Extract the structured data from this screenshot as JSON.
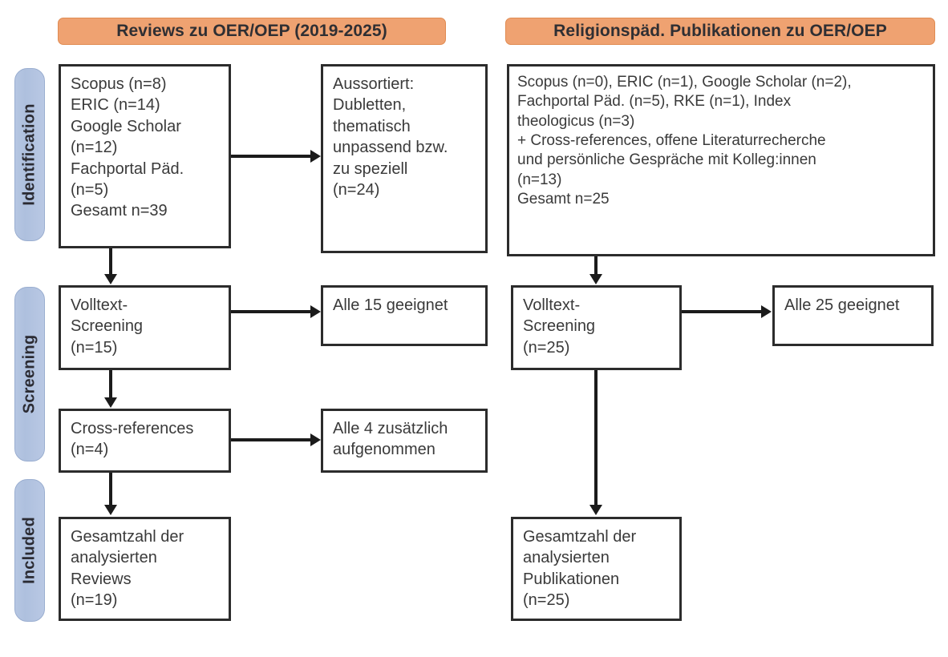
{
  "diagram": {
    "type": "prisma-flow-diagram",
    "stages": [
      {
        "id": "identification",
        "label": "Identification"
      },
      {
        "id": "screening",
        "label": "Screening"
      },
      {
        "id": "included",
        "label": "Included"
      }
    ],
    "columns": [
      {
        "id": "reviews",
        "header": "Reviews zu OER/OEP (2019-2025)"
      },
      {
        "id": "religionspaed",
        "header": "Religionspäd. Publikationen zu OER/OEP"
      }
    ],
    "colors": {
      "header_bar": "#efa271",
      "header_bar_border": "#e08b52",
      "stage_pill": "#b4c4e1",
      "stage_pill_border": "#9aaed0",
      "box_border": "#2c2c2c",
      "connector": "#1b1b1b",
      "text": "#3a3a3a",
      "background": "#ffffff"
    },
    "nodes": {
      "left_sources": "Scopus (n=8)\nERIC (n=14)\nGoogle Scholar\n(n=12)\nFachportal Päd.\n(n=5)\nGesamt n=39",
      "left_excluded": "Aussortiert:\nDubletten,\nthematisch\nunpassend bzw.\nzu speziell\n(n=24)",
      "left_fulltext": "Volltext-\nScreening\n(n=15)",
      "left_fulltext_result": "Alle 15 geeignet",
      "left_crossrefs": "Cross-references\n(n=4)",
      "left_crossrefs_result": "Alle 4 zusätzlich\naufgenommen",
      "left_included": "Gesamtzahl der\nanalysierten\nReviews\n(n=19)",
      "right_sources": "Scopus (n=0), ERIC (n=1), Google Scholar (n=2),\nFachportal Päd. (n=5), RKE (n=1), Index\ntheologicus (n=3)\n+ Cross-references, offene Literaturrecherche\nund persönliche Gespräche mit Kolleg:innen\n(n=13)\nGesamt n=25",
      "right_fulltext": "Volltext-\nScreening\n(n=25)",
      "right_fulltext_result": "Alle 25 geeignet",
      "right_included": "Gesamtzahl der\nanalysierten\nPublikationen\n(n=25)"
    },
    "counts": {
      "left_scopus": 8,
      "left_eric": 14,
      "left_google_scholar": 12,
      "left_fachportal": 5,
      "left_total": 39,
      "left_excluded": 24,
      "left_fulltext": 15,
      "left_fulltext_suitable": 15,
      "left_crossrefs": 4,
      "left_crossrefs_added": 4,
      "left_included": 19,
      "right_scopus": 0,
      "right_eric": 1,
      "right_google_scholar": 2,
      "right_fachportal": 5,
      "right_rke": 1,
      "right_index_theologicus": 3,
      "right_additional": 13,
      "right_total": 25,
      "right_fulltext": 25,
      "right_fulltext_suitable": 25,
      "right_included": 25
    }
  }
}
